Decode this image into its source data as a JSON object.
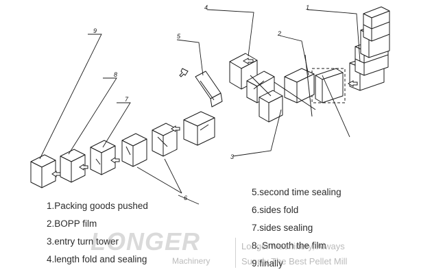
{
  "callouts": [
    "1",
    "2",
    "3",
    "4",
    "5",
    "6",
    "7",
    "8",
    "9"
  ],
  "steps_left": [
    "1.Packing goods pushed",
    "2.BOPP film",
    "3.entry turn tower",
    "4.length fold and sealing"
  ],
  "steps_right": [
    "5.second time sealing",
    "6.sides fold",
    "7.sides sealing",
    "8. Smooth the film",
    "9.finally"
  ],
  "watermark": {
    "logo": "LONGER",
    "sub": "Machinery",
    "line1": "Longer Machinery, Always",
    "line2": "Supply The Best Pellet Mill"
  },
  "colors": {
    "line": "#1a1a1a",
    "text": "#2b2b2b"
  }
}
